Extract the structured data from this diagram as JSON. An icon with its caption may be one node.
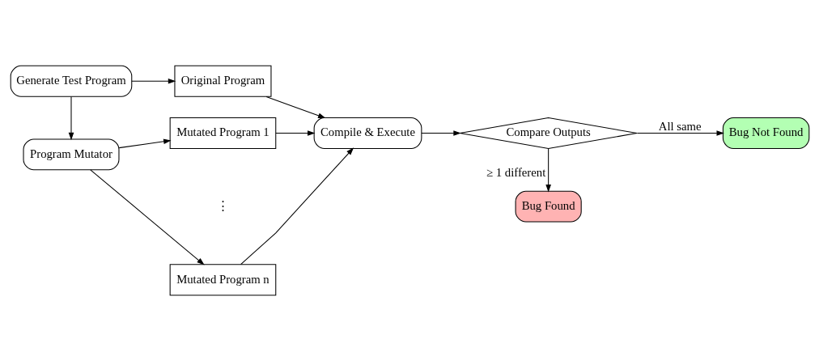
{
  "diagram": {
    "nodes": [
      {
        "text": [
          "Mutated Program 1"
        ]
      },
      {
        "text": [
          "Program Mutator"
        ]
      },
      {
        "text": [
          "Mutated Program n"
        ]
      },
      {
        "text": [
          "Generate Test Program"
        ]
      },
      {
        "text": [
          "Original Program"
        ]
      },
      {
        "text": [
          "Compile & Execute"
        ]
      },
      {
        "text": [
          "Compare Outputs"
        ]
      },
      {
        "text": [
          "Bug Not Found"
        ]
      },
      {
        "text": [
          "Bug Found"
        ]
      }
    ],
    "edges": [
      {
        "from": 3,
        "to": 1,
        "arrow": "to"
      },
      {
        "from": 3,
        "to": 4,
        "arrow": "to"
      },
      {
        "from": 1,
        "to": 0,
        "arrow": "to"
      },
      {
        "from": 1,
        "to": 2,
        "arrow": "to"
      },
      {
        "from": 0,
        "to": 5,
        "arrow": "to"
      },
      {
        "from": 2,
        "to": 5,
        "arrow": "to"
      },
      {
        "from": 4,
        "to": 5,
        "arrow": "to"
      },
      {
        "from": 5,
        "to": 6,
        "arrow": "to"
      },
      {
        "from": 6,
        "to": 7,
        "arrow": "to",
        "label": "All same"
      },
      {
        "from": 6,
        "to": 8,
        "arrow": "to",
        "label": "≥ 1 different"
      }
    ],
    "labels": [
      "⋮"
    ]
  }
}
